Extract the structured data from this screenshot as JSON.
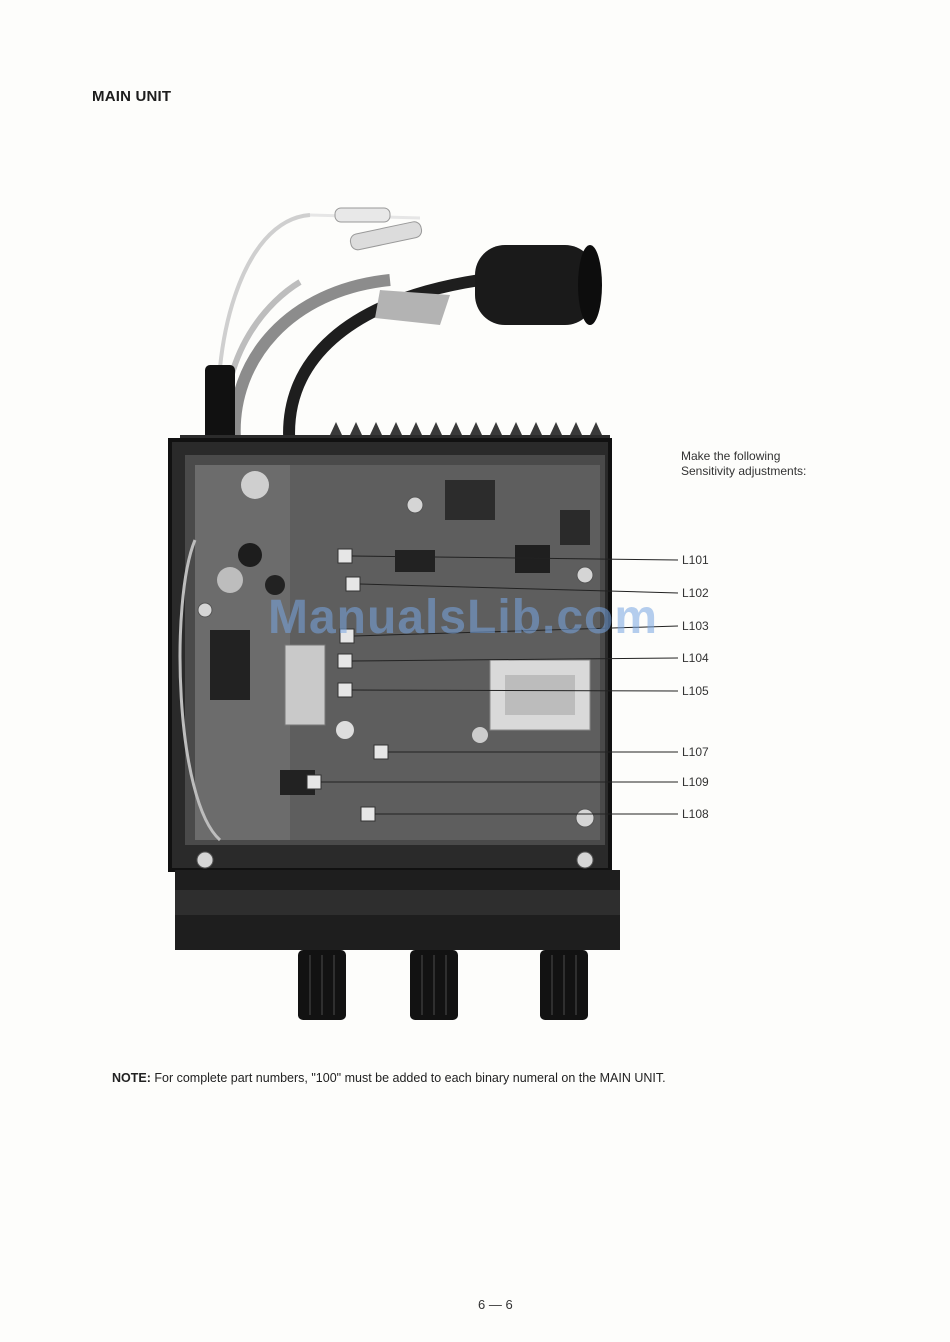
{
  "page": {
    "heading": "MAIN UNIT",
    "instructions_line1": "Make the following",
    "instructions_line2": "Sensitivity adjustments:",
    "watermark": "ManualsLib.com",
    "note_label": "NOTE:",
    "note_text": " For complete part numbers, \"100\" must be added to each binary numeral on the MAIN UNIT.",
    "page_number": "6 — 6"
  },
  "callouts": [
    {
      "label": "L101"
    },
    {
      "label": "L102"
    },
    {
      "label": "L103"
    },
    {
      "label": "L104"
    },
    {
      "label": "L105"
    },
    {
      "label": "L107"
    },
    {
      "label": "L109"
    },
    {
      "label": "L108"
    }
  ]
}
